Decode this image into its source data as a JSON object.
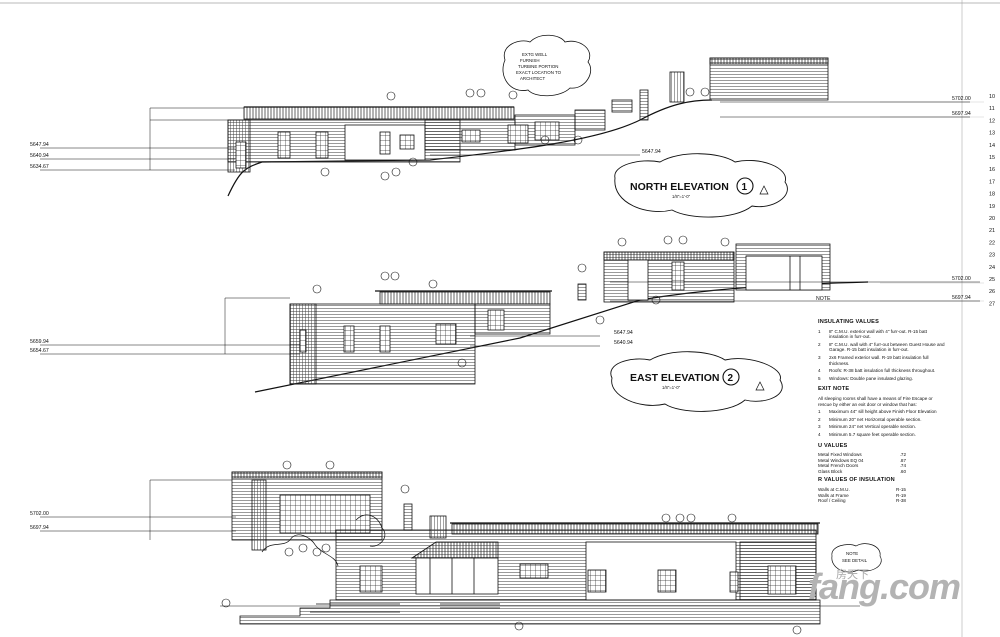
{
  "north_elevation": {
    "title": "NORTH ELEVATION",
    "number": "1",
    "scale": "1/8\"=1'-0\"",
    "levels_left": [
      "5647.94",
      "5640.94",
      "5634.67"
    ],
    "levels_right": [
      "5702.00",
      "5697.94"
    ],
    "section_mark_low": "5647.94",
    "note_cloud": [
      "EXTG WELL",
      "FURNISH",
      "TURBINE PORTION",
      "EXACT LOCATION TO",
      "ARCHITECT"
    ]
  },
  "east_elevation": {
    "title": "EAST ELEVATION",
    "number": "2",
    "scale": "1/8\"=1'-0\"",
    "levels_left": [
      "5659.94",
      "5654.67"
    ],
    "levels_mid": [
      "5647.94",
      "5640.94"
    ],
    "levels_right": [
      "5702.00",
      "5697.94"
    ],
    "tag": "NOTE"
  },
  "south_elevation": {
    "levels_left": [
      "5702.00",
      "5697.94"
    ],
    "note_cloud": [
      "NOTE",
      "SEE DETAIL"
    ]
  },
  "grid_numbers": [
    "10",
    "11",
    "12",
    "13",
    "14",
    "15",
    "16",
    "17",
    "18",
    "19",
    "20",
    "21",
    "22",
    "23",
    "24",
    "25",
    "26",
    "27"
  ],
  "insulating": {
    "heading": "INSULATING VALUES",
    "items": [
      {
        "n": "1",
        "text": "8\" C.M.U. exterior wall with 4\" furr-out. R-15 batt insulation in furr-out."
      },
      {
        "n": "2",
        "text": "8\" C.M.U. wall with 4\" furr-out between Guest House and Garage. R-15 batt insulation in furr-out."
      },
      {
        "n": "3",
        "text": "2x6 Framed exterior wall. R-19 batt insulation full thickness."
      },
      {
        "n": "4",
        "text": "Roofs: R-38 batt insulation full thickness throughout."
      },
      {
        "n": "5",
        "text": "Windows: Double pane insulated glazing."
      }
    ]
  },
  "exit_note": {
    "heading": "EXIT NOTE",
    "intro": "All sleeping rooms shall have a means of Fire Escape or rescue by either an exit door or window that has:",
    "items": [
      {
        "n": "1",
        "text": "Maximum 44\" sill height above Finish Floor Elevation"
      },
      {
        "n": "2",
        "text": "Minimum 20\" net Horizontal operable section."
      },
      {
        "n": "3",
        "text": "Minimum 24\" net Vertical operable section."
      },
      {
        "n": "4",
        "text": "Minimum 5.7 square feet operable section."
      }
    ]
  },
  "u_values": {
    "heading": "U VALUES",
    "rows": [
      {
        "label": "Metal Fixed Windows",
        "value": ".72"
      },
      {
        "label": "Metal Windows EQ 04",
        "value": ".87"
      },
      {
        "label": "Metal French Doors",
        "value": ".74"
      },
      {
        "label": "Glass Block",
        "value": ".60"
      }
    ]
  },
  "r_values": {
    "heading": "R VALUES OF INSULATION",
    "rows": [
      {
        "label": "Walls at C.M.U.",
        "value": "R-15"
      },
      {
        "label": "Walls at Frame",
        "value": "R-19"
      },
      {
        "label": "Roof / Ceiling",
        "value": "R-38"
      }
    ]
  },
  "watermark": {
    "brand": "fang.com",
    "sub": "房天下"
  },
  "colors": {
    "ink": "#111111",
    "paper": "#ffffff",
    "watermark": "#b3b3b3"
  }
}
